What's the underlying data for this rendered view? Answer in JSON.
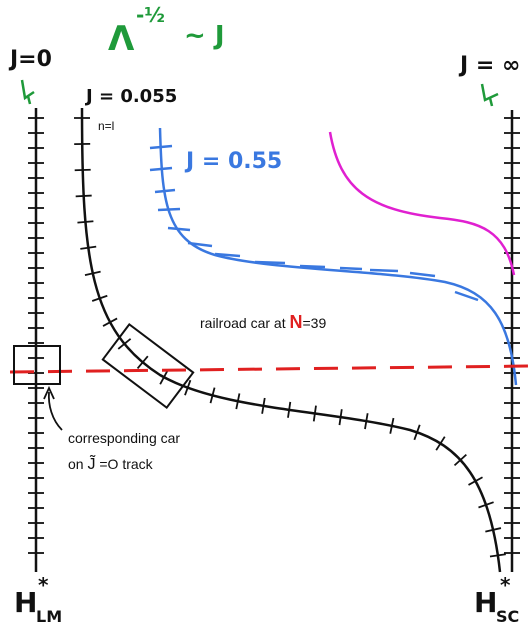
{
  "colors": {
    "ink": "#111111",
    "green": "#1f9a3a",
    "blue": "#3a78e0",
    "magenta": "#e020d0",
    "red": "#e02020"
  },
  "scaling": {
    "lambda": "Λ",
    "exponent": "-½",
    "rel": "~ J"
  },
  "left_track": {
    "label": "J=0",
    "bottom_label": "H",
    "bottom_sub": "LM",
    "star": "*"
  },
  "right_track": {
    "label": "J = ∞",
    "bottom_label": "H",
    "bottom_sub": "SC",
    "star": "*"
  },
  "black_curve": {
    "label": "J = 0.055",
    "n_label": "n=l"
  },
  "blue_curve": {
    "label": "J = 0.55"
  },
  "railroad": {
    "prefix": "railroad car at ",
    "N": "N",
    "suffix": "=39"
  },
  "corresponding": {
    "line1": "corresponding car",
    "line2_pre": "on ",
    "line2_J": "J̃",
    "line2_post": " =O track"
  }
}
